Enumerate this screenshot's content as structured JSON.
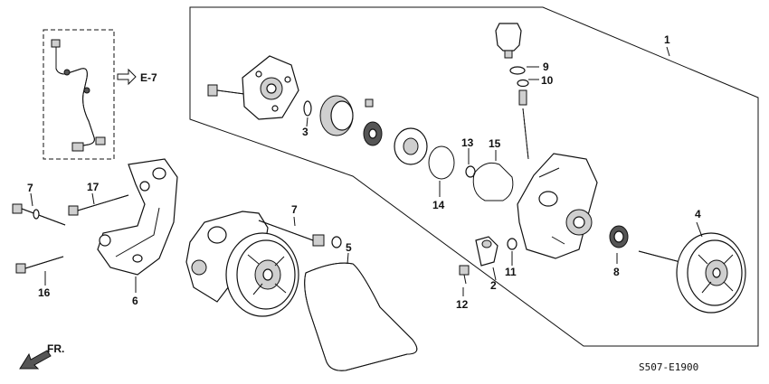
{
  "callouts": [
    {
      "id": "1",
      "label": "1"
    },
    {
      "id": "2",
      "label": "2"
    },
    {
      "id": "3",
      "label": "3"
    },
    {
      "id": "4",
      "label": "4"
    },
    {
      "id": "5",
      "label": "5"
    },
    {
      "id": "6",
      "label": "6"
    },
    {
      "id": "7a",
      "label": "7"
    },
    {
      "id": "7b",
      "label": "7"
    },
    {
      "id": "8",
      "label": "8"
    },
    {
      "id": "9",
      "label": "9"
    },
    {
      "id": "10",
      "label": "10"
    },
    {
      "id": "11",
      "label": "11"
    },
    {
      "id": "12",
      "label": "12"
    },
    {
      "id": "13",
      "label": "13"
    },
    {
      "id": "14",
      "label": "14"
    },
    {
      "id": "15",
      "label": "15"
    },
    {
      "id": "16",
      "label": "16"
    },
    {
      "id": "17",
      "label": "17"
    }
  ],
  "reference_label": "E-7",
  "direction_label": "FR.",
  "diagram_code": "S507-E1900"
}
